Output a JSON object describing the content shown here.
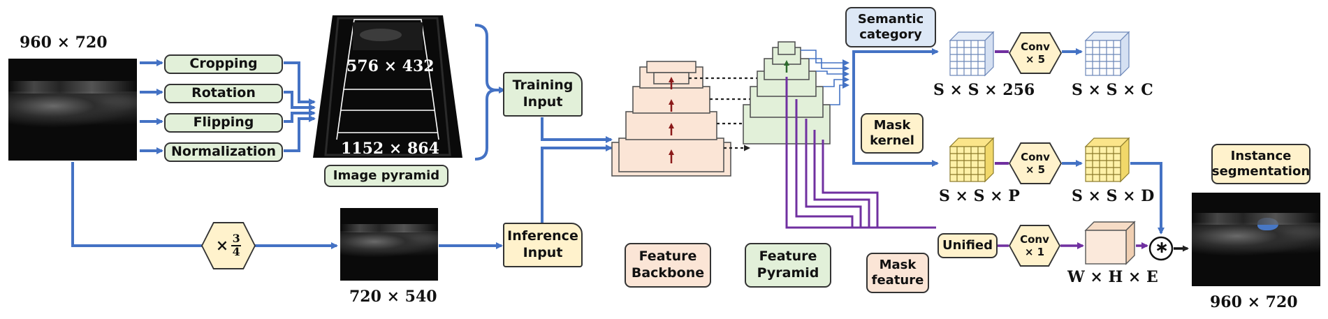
{
  "input": {
    "size_label": "960 × 720"
  },
  "augmentations": [
    "Cropping",
    "Rotation",
    "Flipping",
    "Normalization"
  ],
  "pyramid": {
    "top_label": "576 × 432",
    "bottom_label": "1152 × 864",
    "caption": "Image pyramid"
  },
  "scale_factor": {
    "prefix": "×",
    "numerator": "3",
    "denominator": "4"
  },
  "scaled_image": {
    "size_label": "720 × 540"
  },
  "training_input": {
    "line1": "Training",
    "line2": "Input"
  },
  "inference_input": {
    "line1": "Inference",
    "line2": "Input"
  },
  "backbone": {
    "line1": "Feature",
    "line2": "Backbone"
  },
  "fpn": {
    "line1": "Feature",
    "line2": "Pyramid"
  },
  "semantic": {
    "line1": "Semantic",
    "line2": "category",
    "in_dim": "S × S × 256",
    "out_dim": "S × S × C"
  },
  "mask_kernel": {
    "line1": "Mask",
    "line2": "kernel",
    "in_dim": "S × S × P",
    "out_dim": "S × S × D"
  },
  "mask_feature": {
    "line1": "Mask",
    "line2": "feature",
    "out_dim": "W × H × E"
  },
  "unified": {
    "label": "Unified"
  },
  "conv5_a": {
    "line1": "Conv",
    "line2": "× 5"
  },
  "conv5_b": {
    "line1": "Conv",
    "line2": "× 5"
  },
  "conv1": {
    "line1": "Conv",
    "line2": "× 1"
  },
  "operator": {
    "symbol": "∗"
  },
  "output": {
    "title_line1": "Instance",
    "title_line2": "segmentation",
    "size_label": "960 × 720"
  },
  "colors": {
    "flow_blue": "#4472c4",
    "mask_purple": "#7030a0",
    "green_fill": "#e2f0d9",
    "yellow_fill": "#fff2cc",
    "blue_fill": "#dde8f6",
    "pink_fill": "#fbe5d6",
    "segment_blue": "#4a7fd6"
  }
}
